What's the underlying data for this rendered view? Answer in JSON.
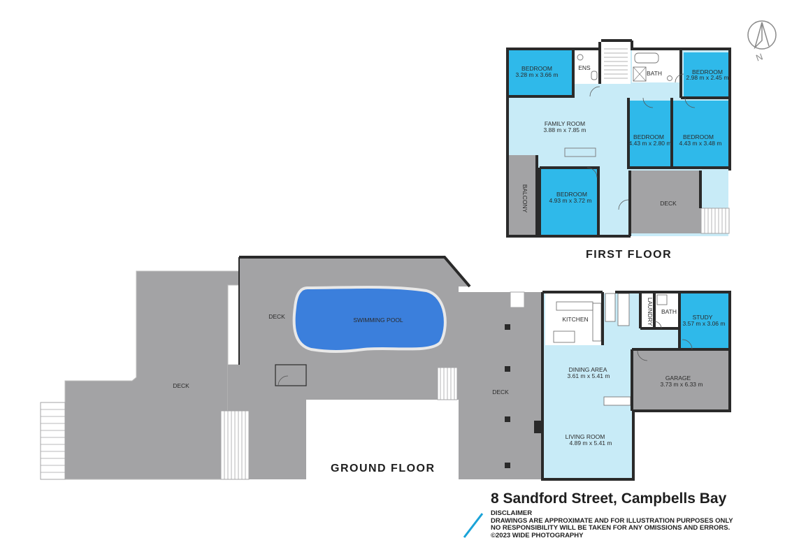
{
  "colors": {
    "room_blue": "#2fb9ea",
    "room_light": "#c8ebf7",
    "outdoor_gray": "#a3a3a5",
    "wall": "#2a2a2a",
    "pool": "#3b7fdc",
    "brand_stripe": "#1aa3d8"
  },
  "first_floor": {
    "title": "FIRST FLOOR",
    "rooms": [
      {
        "name": "BEDROOM",
        "dims": "3.28 m x 3.66 m"
      },
      {
        "name": "ENS",
        "dims": ""
      },
      {
        "name": "BATH",
        "dims": ""
      },
      {
        "name": "BEDROOM",
        "dims": "2.98 m x 2.45 m"
      },
      {
        "name": "FAMILY ROOM",
        "dims": "3.88 m x 7.85 m"
      },
      {
        "name": "BEDROOM",
        "dims": "4.43 m x 2.80 m"
      },
      {
        "name": "BEDROOM",
        "dims": "4.43 m x 3.48 m"
      },
      {
        "name": "BEDROOM",
        "dims": "4.93 m x 3.72 m"
      },
      {
        "name": "BALCONY",
        "dims": ""
      },
      {
        "name": "DECK",
        "dims": ""
      }
    ]
  },
  "ground_floor": {
    "title": "GROUND FLOOR",
    "rooms": [
      {
        "name": "DECK",
        "dims": ""
      },
      {
        "name": "DECK",
        "dims": ""
      },
      {
        "name": "SWIMMING POOL",
        "dims": ""
      },
      {
        "name": "DECK",
        "dims": ""
      },
      {
        "name": "KITCHEN",
        "dims": ""
      },
      {
        "name": "LAUNDRY",
        "dims": ""
      },
      {
        "name": "BATH",
        "dims": ""
      },
      {
        "name": "STUDY",
        "dims": "3.57 m x 3.06 m"
      },
      {
        "name": "DINING AREA",
        "dims": "3.61 m x 5.41 m"
      },
      {
        "name": "GARAGE",
        "dims": "3.73 m x 6.33 m"
      },
      {
        "name": "LIVING ROOM",
        "dims": "4.89 m x 5.41 m"
      }
    ]
  },
  "address": "8 Sandford Street, Campbells Bay",
  "disclaimer": {
    "heading": "DISCLAIMER",
    "lines": [
      "DRAWINGS ARE APPROXIMATE AND FOR ILLUSTRATION PURPOSES ONLY",
      "NO RESPONSIBILITY WILL BE TAKEN FOR ANY OMISSIONS AND ERRORS.",
      "©2023 WIDE PHOTOGRAPHY"
    ]
  },
  "compass": {
    "label": "N",
    "icon": "north-arrow-icon"
  }
}
